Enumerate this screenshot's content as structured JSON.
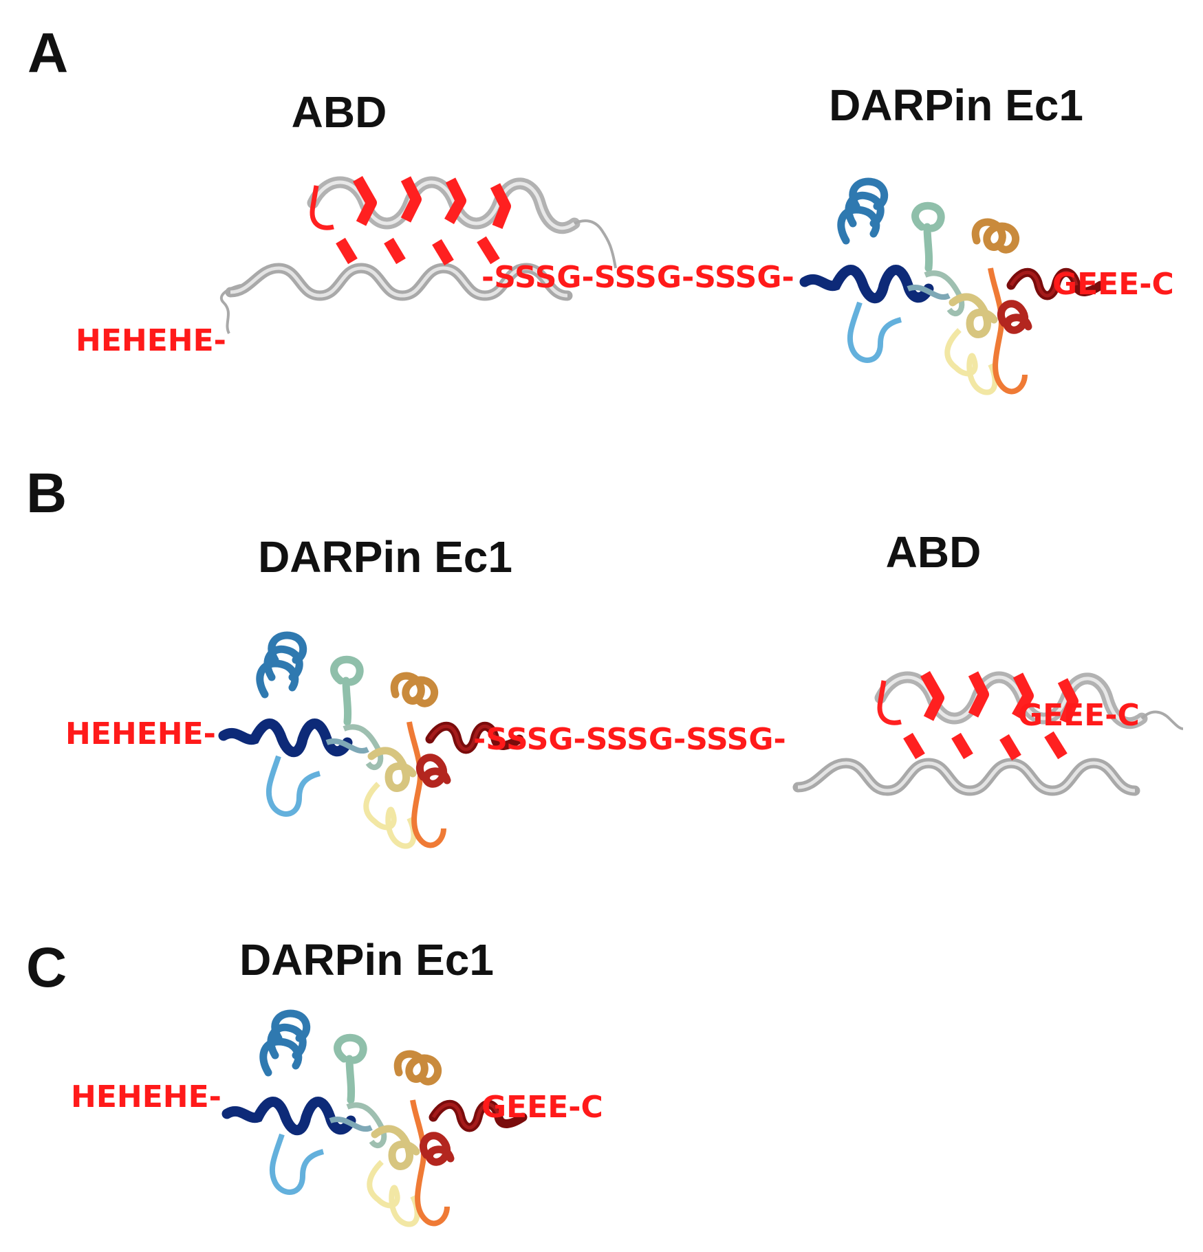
{
  "panels": [
    {
      "letter": "A",
      "domain_left": "ABD",
      "domain_right": "DARPin Ec1",
      "n_tag": "HEHEHE-",
      "linker": "-SSSG-SSSG-SSSG-",
      "c_tag": "GEEE-C"
    },
    {
      "letter": "B",
      "domain_left": "DARPin Ec1",
      "domain_right": "ABD",
      "n_tag": "HEHEHE-",
      "linker": "-SSSG-SSSG-SSSG-",
      "c_tag": "GEEE-C"
    },
    {
      "letter": "C",
      "domain_left": "DARPin Ec1",
      "n_tag": "HEHEHE-",
      "c_tag": "GEEE-C"
    }
  ],
  "colors": {
    "tag_red": "#ff1a1a",
    "abd_gray": "#b4b4b4",
    "abd_highlight": "#ff2020",
    "darpin_gradient": [
      "#0d2a78",
      "#3f8fc4",
      "#8ec4dd",
      "#a9c9b8",
      "#efe6a0",
      "#d8b66a",
      "#f08a3c",
      "#ef5b24",
      "#a51b1b",
      "#7a0c0c"
    ]
  }
}
